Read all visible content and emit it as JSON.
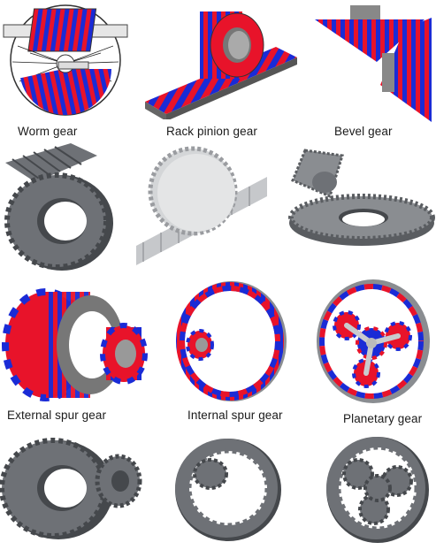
{
  "labels": {
    "worm": "Worm gear",
    "rack": "Rack pinion gear",
    "bevel": "Bevel gear",
    "external": "External spur gear",
    "internal": "Internal spur gear",
    "planetary": "Planetary gear"
  },
  "colors": {
    "red": "#e8132a",
    "blue": "#1a2bd6",
    "gear_gray": "#6e7176",
    "gear_dark": "#45484c",
    "gear_light": "#a9acb0"
  }
}
